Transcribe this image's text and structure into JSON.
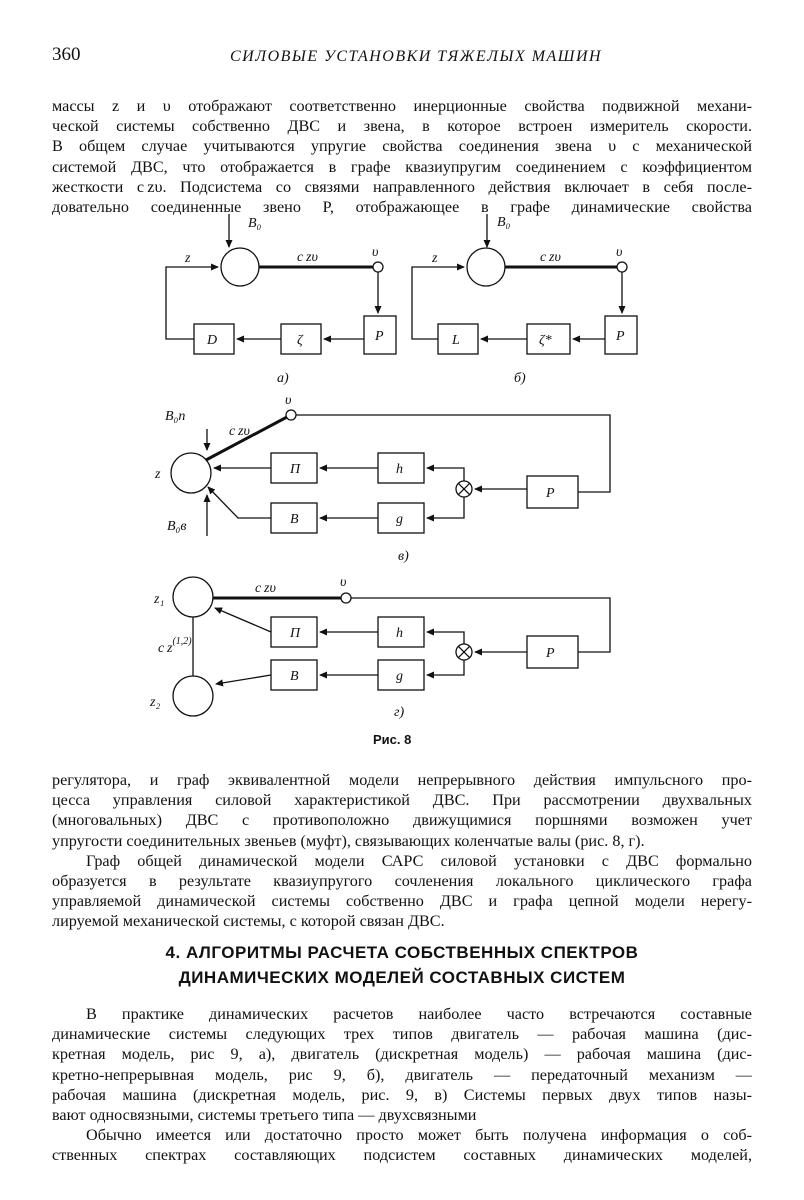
{
  "header": {
    "page_number": "360",
    "running_title": "СИЛОВЫЕ УСТАНОВКИ ТЯЖЕЛЫХ МАШИН"
  },
  "paragraph_1": [
    "массы z и υ отображают соответственно инерционные свойства подвижной механи-",
    "ческой системы собственно ДВС и звена, в которое встроен измеритель скорости.",
    "В общем случае учитываются упругие свойства соединения звена υ с механической",
    "системой ДВС, что отображается в графе квазиупругим соединением с коэффициентом",
    "жесткости c zυ. Подсистема со связями направленного действия включает в себя после-",
    "довательно соединенные звено P, отображающее в графе динамические свойства"
  ],
  "figure": {
    "caption": "Рис. 8",
    "panel_a": {
      "label": "а)",
      "top_input": "B₀",
      "node_left": "z",
      "edge": "c zυ",
      "node_right": "υ",
      "blocks": [
        "D",
        "ζ",
        "P"
      ]
    },
    "panel_b": {
      "label": "б)",
      "top_input": "B₀",
      "node_left": "z",
      "edge": "c zυ",
      "node_right": "υ",
      "blocks": [
        "L",
        "ζ*",
        "P"
      ]
    },
    "panel_c": {
      "label": "в)",
      "input_top": "B₀п",
      "input_bottom": "B₀в",
      "node": "z",
      "edge": "c zυ",
      "node_right": "υ",
      "blocks": [
        "П",
        "h",
        "B",
        "g",
        "P"
      ]
    },
    "panel_d": {
      "label": "г)",
      "node_top": "z₁",
      "node_bottom": "z₂",
      "coupling": "c z",
      "coupling_sup": "(1,2)",
      "edge": "c zυ",
      "node_right": "υ",
      "blocks": [
        "П",
        "h",
        "B",
        "g",
        "P"
      ]
    }
  },
  "paragraph_2": [
    "регулятора, и граф эквивалентной модели непрерывного действия импульсного про-",
    "цесса управления силовой характеристикой ДВС. При рассмотрении двухвальных",
    "(многовальных) ДВС с противоположно движущимися поршнями возможен учет",
    "упругости соединительных звеньев (муфт), связывающих коленчатые валы (рис. 8, г).",
    "Граф общей динамической модели САРС силовой установки с ДВС формально",
    "образуется в результате квазиупругого сочленения локального циклического графа",
    "управляемой динамической системы собственно ДВС и графа цепной модели нерегу-",
    "лируемой механической системы, с которой связан ДВС."
  ],
  "section": {
    "title_line_1": "4. АЛГОРИТМЫ РАСЧЕТА СОБСТВЕННЫХ СПЕКТРОВ",
    "title_line_2": "ДИНАМИЧЕСКИХ МОДЕЛЕЙ СОСТАВНЫХ СИСТЕМ"
  },
  "paragraph_3": [
    "В практике динамических расчетов наиболее часто встречаются составные",
    "динамические системы следующих трех типов двигатель — рабочая машина (дис-",
    "кретная модель, рис 9, а), двигатель (дискретная модель) — рабочая машина (дис-",
    "кретно-непрерывная модель, рис 9, б), двигатель — передаточный механизм —",
    "рабочая машина (дискретная модель, рис. 9, в) Системы первых двух типов назы-",
    "вают односвязными, системы третьего типа — двухсвязными",
    "Обычно имеется или достаточно просто может быть получена информация о соб-",
    "ственных спектрах составляющих подсистем составных динамических моделей,"
  ]
}
